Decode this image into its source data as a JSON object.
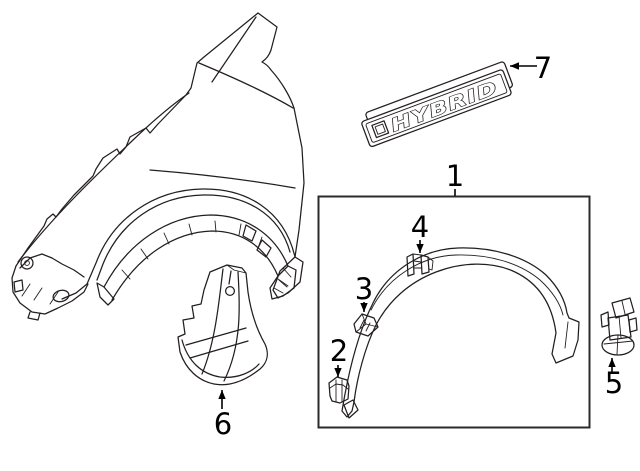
{
  "colors": {
    "background": "#ffffff",
    "line": "#231f20",
    "box_border": "#2b2b2b",
    "label_text": "#000000"
  },
  "emblem": {
    "text": "HYBRID"
  },
  "callouts": {
    "c1": {
      "label": "1"
    },
    "c2": {
      "label": "2"
    },
    "c3": {
      "label": "3"
    },
    "c4": {
      "label": "4"
    },
    "c5": {
      "label": "5"
    },
    "c6": {
      "label": "6"
    },
    "c7": {
      "label": "7"
    }
  }
}
